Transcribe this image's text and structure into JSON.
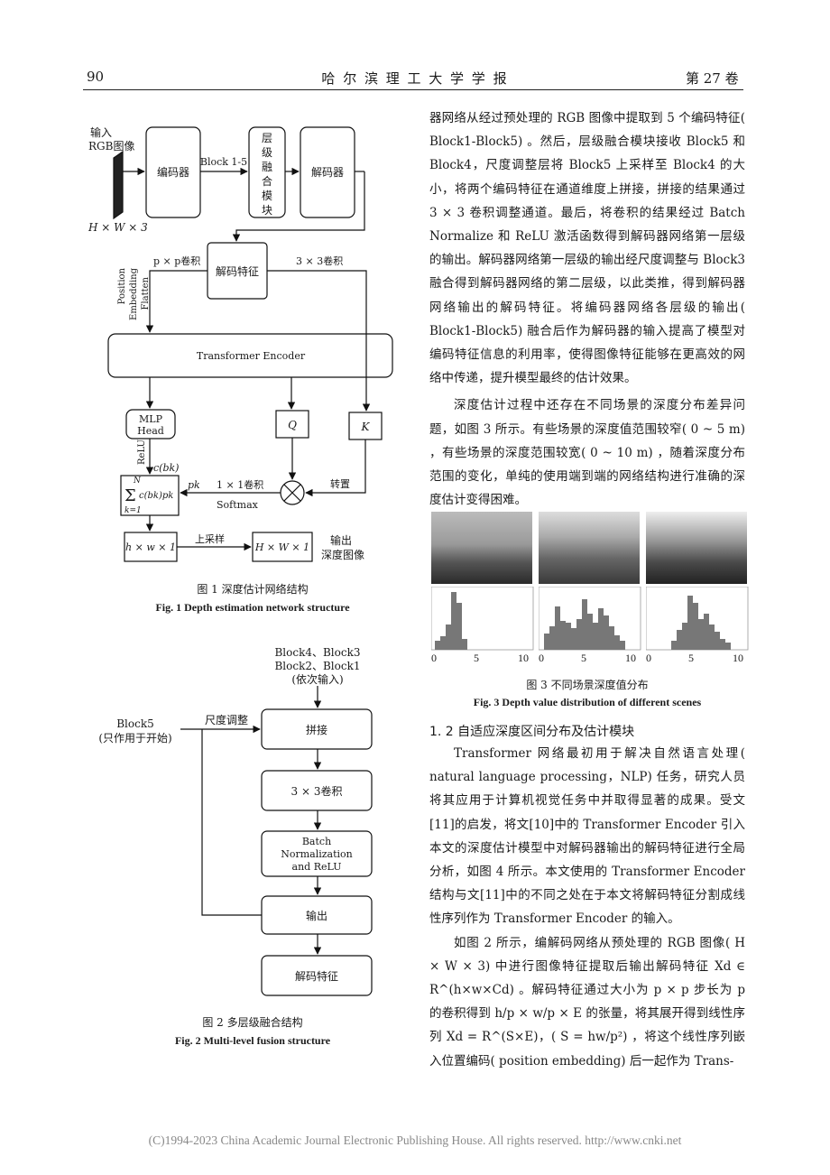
{
  "header": {
    "page_number": "90",
    "journal": "哈 尔 滨 理 工 大 学 学 报",
    "volume": "第 27 卷"
  },
  "fig1": {
    "input_label_1": "输入",
    "input_label_2": "RGB图像",
    "input_dim": "H × W × 3",
    "encoder": "编码器",
    "blocks": "Block 1-5",
    "fusion_1": "层",
    "fusion_2": "级",
    "fusion_3": "融",
    "fusion_4": "合",
    "fusion_5": "模",
    "fusion_6": "块",
    "decoder": "解码器",
    "decode_feat": "解码特征",
    "pp_conv": "p × p卷积",
    "conv33": "3 × 3卷积",
    "side_1": "Position",
    "side_2": "Embedding",
    "side_3": "Flatten",
    "transformer": "Transformer Encoder",
    "mlp_1": "MLP",
    "mlp_2": "Head",
    "q": "Q",
    "k": "K",
    "relu": "ReLU",
    "cbk": "c(bk)",
    "sum_expr": "c(bk)pk",
    "sum_top": "N",
    "sum_bottom": "k=1",
    "pk": "pk",
    "conv11": "1 × 1卷积",
    "softmax": "Softmax",
    "transpose": "转置",
    "hw1": "h × w × 1",
    "upsample": "上采样",
    "HW1": "H × W × 1",
    "output_1": "输出",
    "output_2": "深度图像",
    "caption_cn": "图 1   深度估计网络结构",
    "caption_en": "Fig. 1    Depth estimation network structure"
  },
  "fig2": {
    "inputs_1": "Block4、Block3",
    "inputs_2": "Block2、Block1",
    "inputs_3": "(依次输入)",
    "block5_1": "Block5",
    "block5_2": "(只作用于开始)",
    "scale": "尺度调整",
    "concat": "拼接",
    "conv": "3 × 3卷积",
    "bn_1": "Batch",
    "bn_2": "Normalization",
    "bn_3": "and ReLU",
    "output": "输出",
    "decode_feat": "解码特征",
    "caption_cn": "图 2   多层级融合结构",
    "caption_en": "Fig. 2    Multi-level fusion structure"
  },
  "fig3": {
    "axis_ticks": [
      "0",
      "5",
      "10"
    ],
    "caption_cn": "图 3   不同场景深度值分布",
    "caption_en": "Fig. 3    Depth value distribution of different scenes"
  },
  "text": {
    "p1": "器网络从经过预处理的 RGB 图像中提取到 5 个编码特征( Block1-Block5) 。然后，层级融合模块接收 Block5 和 Block4，尺度调整层将 Block5 上采样至 Block4 的大小，将两个编码特征在通道维度上拼接，拼接的结果通过 3 × 3 卷积调整通道。最后，将卷积的结果经过 Batch Normalize 和 ReLU 激活函数得到解码器网络第一层级的输出。解码器网络第一层级的输出经尺度调整与 Block3 融合得到解码器网络的第二层级，以此类推，得到解码器网络输出的解码特征。将编码器网络各层级的输出( Block1-Block5) 融合后作为解码器的输入提高了模型对编码特征信息的利用率，使得图像特征能够在更高效的网络中传递，提升模型最终的估计效果。",
    "p2": "深度估计过程中还存在不同场景的深度分布差异问题，如图 3 所示。有些场景的深度值范围较窄( 0 ~ 5 m) ，有些场景的深度范围较宽( 0 ~ 10 m) ，随着深度分布范围的变化，单纯的使用端到端的网络结构进行准确的深度估计变得困难。",
    "section": "1. 2   自适应深度区间分布及估计模块",
    "p3": "Transformer 网络最初用于解决自然语言处理( natural language processing，NLP) 任务，研究人员将其应用于计算机视觉任务中并取得显著的成果。受文[11]的启发，将文[10]中的 Transformer Encoder 引入本文的深度估计模型中对解码器输出的解码特征进行全局分析，如图 4 所示。本文使用的 Transformer Encoder 结构与文[11]中的不同之处在于本文将解码特征分割成线性序列作为 Transformer Encoder 的输入。",
    "p4": "如图 2 所示，编解码网络从预处理的 RGB 图像( H × W × 3) 中进行图像特征提取后输出解码特征 Xd ∈ R^(h×w×Cd) 。解码特征通过大小为 p × p 步长为 p 的卷积得到 h/p × w/p × E 的张量，将其展开得到线性序列 Xd = R^(S×E)，( S = hw/p²) ，将这个线性序列嵌入位置编码( position embedding) 后一起作为 Trans-"
  },
  "footer": "(C)1994-2023 China Academic Journal Electronic Publishing House. All rights reserved.    http://www.cnki.net"
}
